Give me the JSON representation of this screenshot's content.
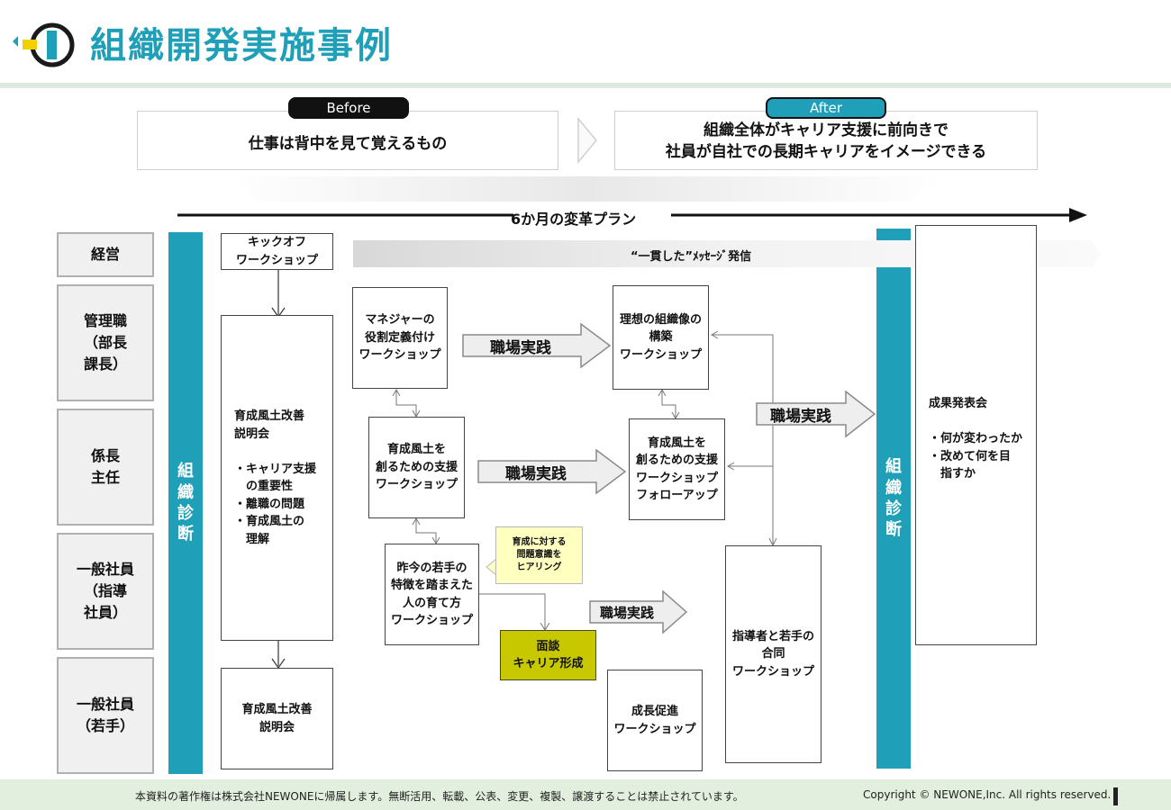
{
  "header": {
    "title": "組織開発実施事例"
  },
  "before": {
    "tag": "Before",
    "text": "仕事は背中を見て覚えるもの"
  },
  "after": {
    "tag": "After",
    "line1": "組織全体がキャリア支援に前向きで",
    "line2": "社員が自社での長期キャリアをイメージできる"
  },
  "timeline": {
    "label": "6か月の変革プラン"
  },
  "roles": [
    {
      "label": "経営"
    },
    {
      "label": "管理職\n（部長\n課長）"
    },
    {
      "label": "係長\n主任"
    },
    {
      "label": "一般社員\n（指導\n社員）"
    },
    {
      "label": "一般社員\n（若手）"
    }
  ],
  "diagnosis": {
    "left": "組\n織\n診\n断",
    "right": "組\n織\n診\n断"
  },
  "message_band": "“一貫した”ﾒｯｾｰｼﾞ発信",
  "boxes": {
    "kickoff": "キックオフ\nワークショップ",
    "briefing1": "育成風土改善\n説明会\n\n・キャリア支援\n　の重要性\n・離職の問題\n・育成風土の\n　理解",
    "briefing2": "育成風土改善\n説明会",
    "manager_role": "マネジャーの\n役割定義付け\nワークショップ",
    "culture_support": "育成風土を\n創るための支援\nワークショップ",
    "young_ws": "昨今の若手の\n特徴を踏まえた\n人の育て方\nワークショップ",
    "ideal_org": "理想の組織像の\n構築\nワークショップ",
    "culture_followup": "育成風土を\n創るための支援\nワークショップ\nフォローアップ",
    "joint_ws": "指導者と若手の\n合同\nワークショップ",
    "growth_ws": "成長促進\nワークショップ",
    "results": "成果発表会\n\n・何が変わったか\n・改めて何を目\n　指すか",
    "interview": "面談\nキャリア形成",
    "callout": "育成に対する\n問題意識を\nヒアリング"
  },
  "practice_label": "職場実践",
  "footer": {
    "notice": "本資料の著作権は株式会社NEWONEに帰属します。無断活用、転載、公表、変更、複製、譲渡することは禁止されています。",
    "copyright": "Copyright © NEWONE,Inc.  All rights reserved."
  },
  "colors": {
    "accent": "#1fa0b8",
    "interview": "#c8c800",
    "callout": "#ffffc0"
  }
}
